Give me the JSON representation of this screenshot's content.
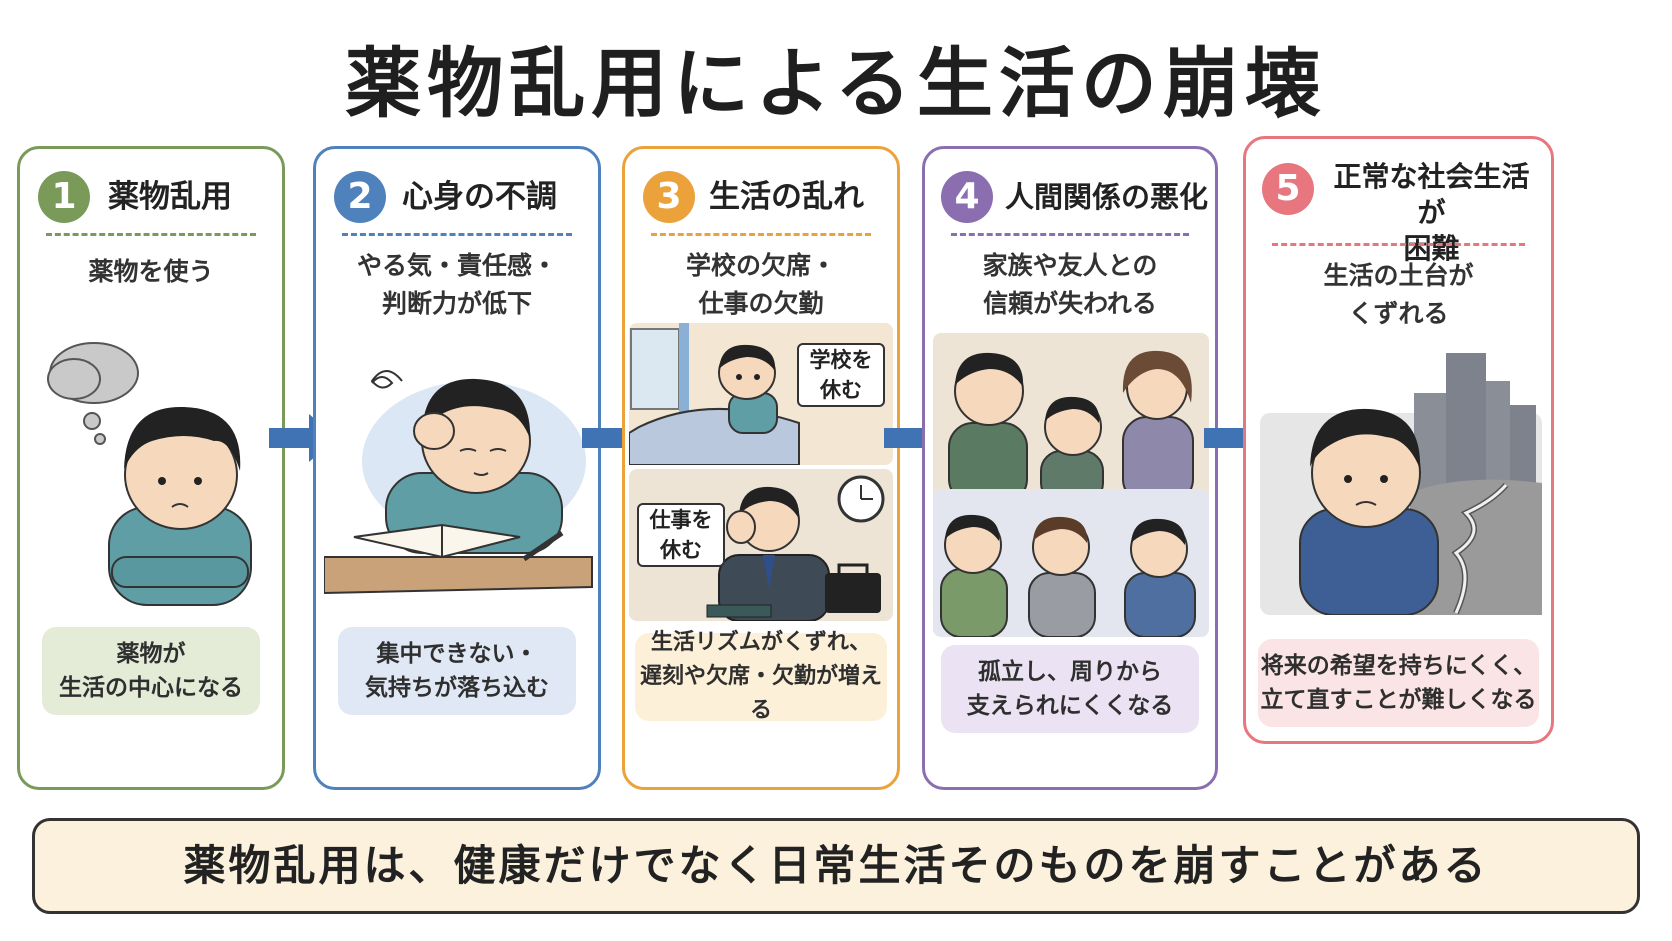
{
  "title": "薬物乱用による生活の崩壊",
  "steps": [
    {
      "number": "1",
      "heading": "薬物乱用",
      "description": [
        "薬物を使う"
      ],
      "result": [
        "薬物が",
        "生活の中心になる"
      ],
      "color": "#7a9a5a",
      "box_color": "#e4ecd8"
    },
    {
      "number": "2",
      "heading": "心身の不調",
      "description": [
        "やる気・責任感・",
        "判断力が低下"
      ],
      "result": [
        "集中できない・",
        "気持ちが落ち込む"
      ],
      "color": "#4f82bd",
      "box_color": "#dfe8f4"
    },
    {
      "number": "3",
      "heading": "生活の乱れ",
      "description": [
        "学校の欠席・",
        "仕事の欠勤"
      ],
      "result": [
        "生活リズムがくずれ、",
        "遅刻や欠席・欠勤が増える"
      ],
      "color": "#eba23b",
      "box_color": "#fdf0d9",
      "signs": [
        "学校を",
        "休む",
        "仕事を",
        "休む"
      ]
    },
    {
      "number": "4",
      "heading": "人間関係の悪化",
      "description": [
        "家族や友人との",
        "信頼が失われる"
      ],
      "result": [
        "孤立し、周りから",
        "支えられにくくなる"
      ],
      "color": "#8a6eb0",
      "box_color": "#ebe3f3"
    },
    {
      "number": "5",
      "heading": [
        "正常な社会生活が",
        "困難"
      ],
      "description": [
        "生活の土台が",
        "くずれる"
      ],
      "result": [
        "将来の希望を持ちにくく、",
        "立て直すことが難しくなる"
      ],
      "color": "#e7767f",
      "box_color": "#fbe4e5"
    }
  ],
  "footer": "薬物乱用は、健康だけでなく日常生活そのものを崩すことがある",
  "arrow_color": "#3f73b3"
}
